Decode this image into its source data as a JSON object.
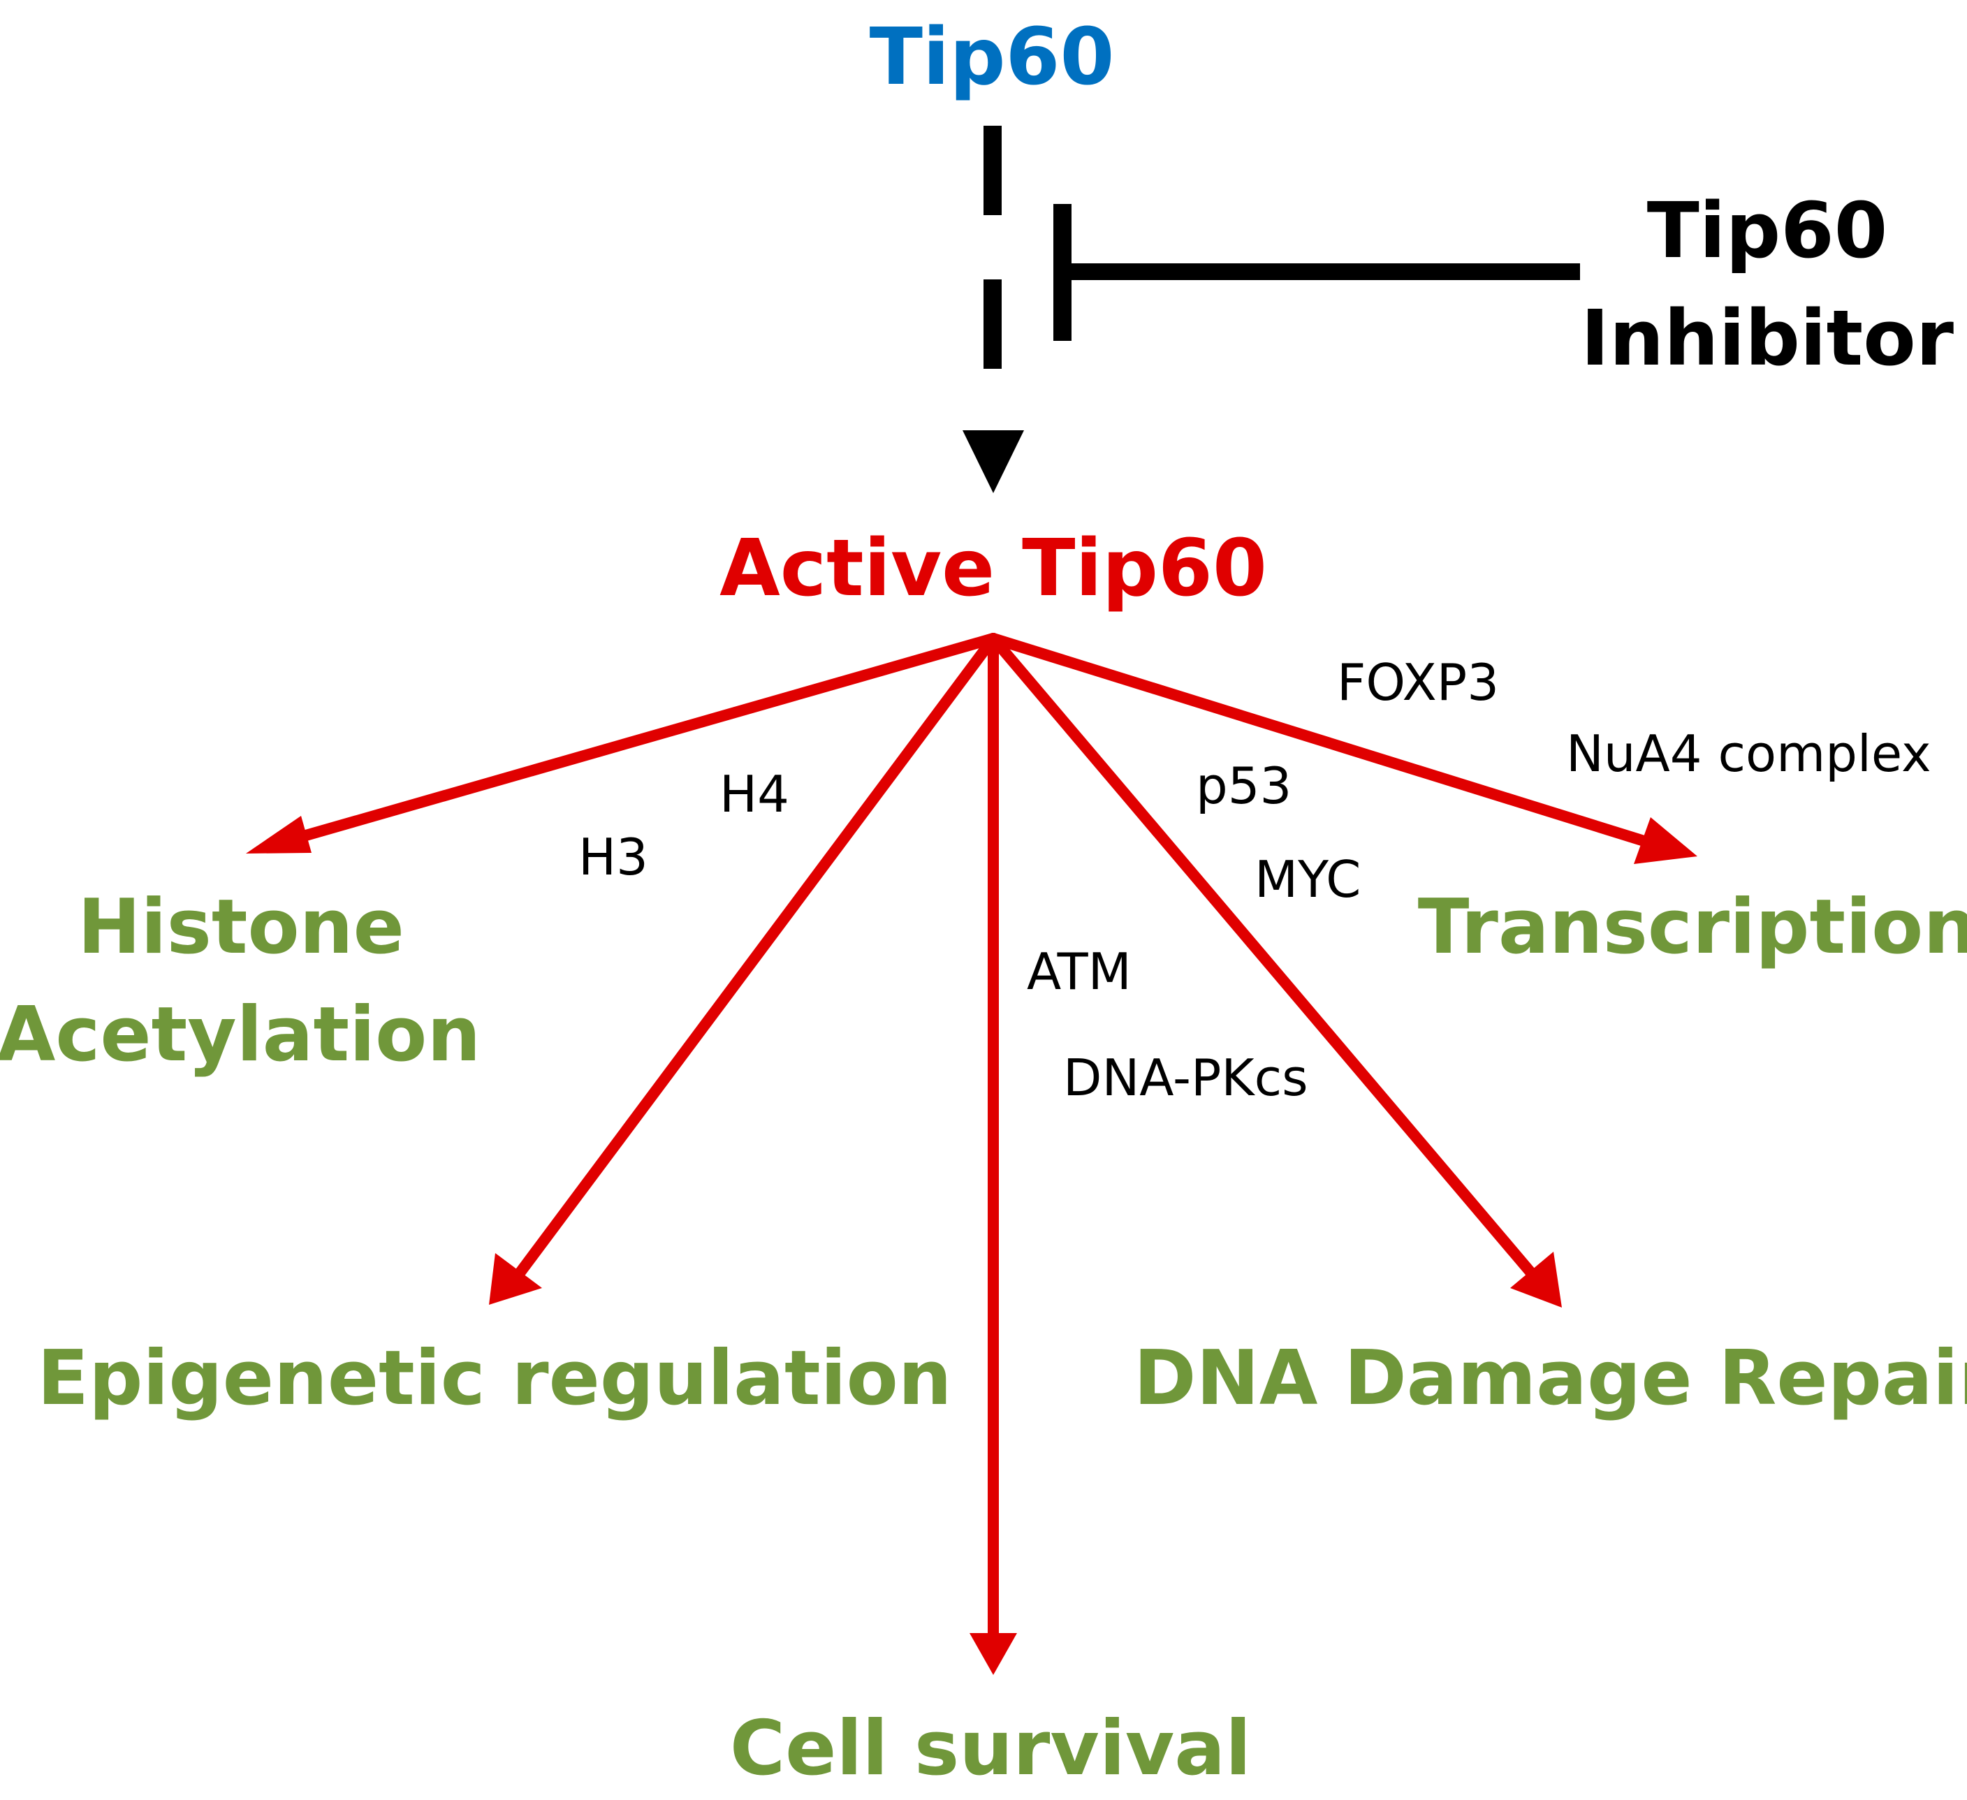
{
  "nodes": {
    "source": "Tip60",
    "inhibitor_line1": "Tip60",
    "inhibitor_line2": "Inhibitor",
    "active": "Active Tip60"
  },
  "outcomes": {
    "histone_line1": "Histone",
    "histone_line2": "Acetylation",
    "epigenetic": "Epigenetic regulation",
    "cell_survival": "Cell survival",
    "dna_repair": "DNA Damage Repair",
    "transcription": "Transcription"
  },
  "targets": {
    "h4": "H4",
    "h3": "H3",
    "atm": "ATM",
    "dna_pkcs": "DNA-PKcs",
    "p53": "p53",
    "myc": "MYC",
    "foxp3": "FOXP3",
    "nua4": "NuA4 complex"
  },
  "colors": {
    "source": "#0070c0",
    "active": "#e00000",
    "outcome": "#70973a",
    "arrow": "#e00000",
    "inhibition": "#000000"
  },
  "icons": {
    "activation": "arrowhead",
    "inhibition": "t-bar"
  }
}
